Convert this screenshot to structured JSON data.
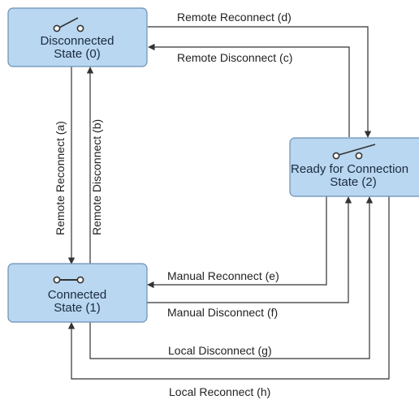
{
  "states": {
    "disconnected": {
      "line1": "Disconnected",
      "line2": "State (0)"
    },
    "connected": {
      "line1": "Connected",
      "line2": "State (1)"
    },
    "ready": {
      "line1": "Ready for Connection",
      "line2": "State (2)"
    }
  },
  "transitions": {
    "a": "Remote Reconnect (a)",
    "b": "Remote Disconnect (b)",
    "c": "Remote Disconnect (c)",
    "d": "Remote Reconnect (d)",
    "e": "Manual Reconnect (e)",
    "f": "Manual Disconnect (f)",
    "g": "Local Disconnect (g)",
    "h": "Local Reconnect (h)"
  },
  "colors": {
    "state_fill": "#b9d7f0",
    "state_stroke": "#6a8fb5",
    "line": "#333333"
  }
}
